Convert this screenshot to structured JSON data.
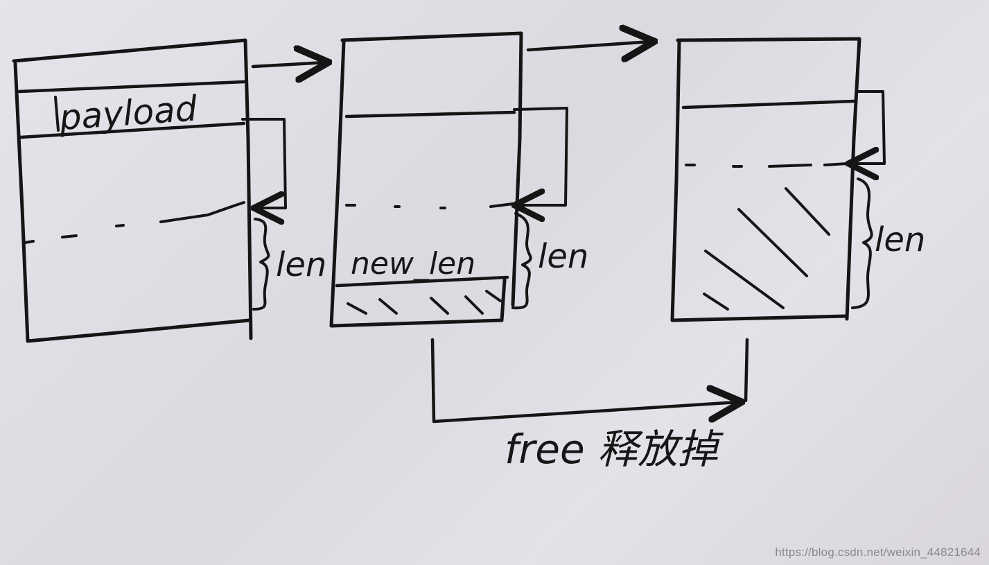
{
  "labels": {
    "payload": "payload",
    "len_1": "len",
    "new_len": "new_len",
    "len_2": "len",
    "len_3": "len",
    "free": "free 释放掉"
  },
  "watermark": "https://blog.csdn.net/weixin_44821644",
  "colors": {
    "ink": "#151515",
    "paper": "#e3e0e6",
    "watermark": "#8a8a8e"
  }
}
